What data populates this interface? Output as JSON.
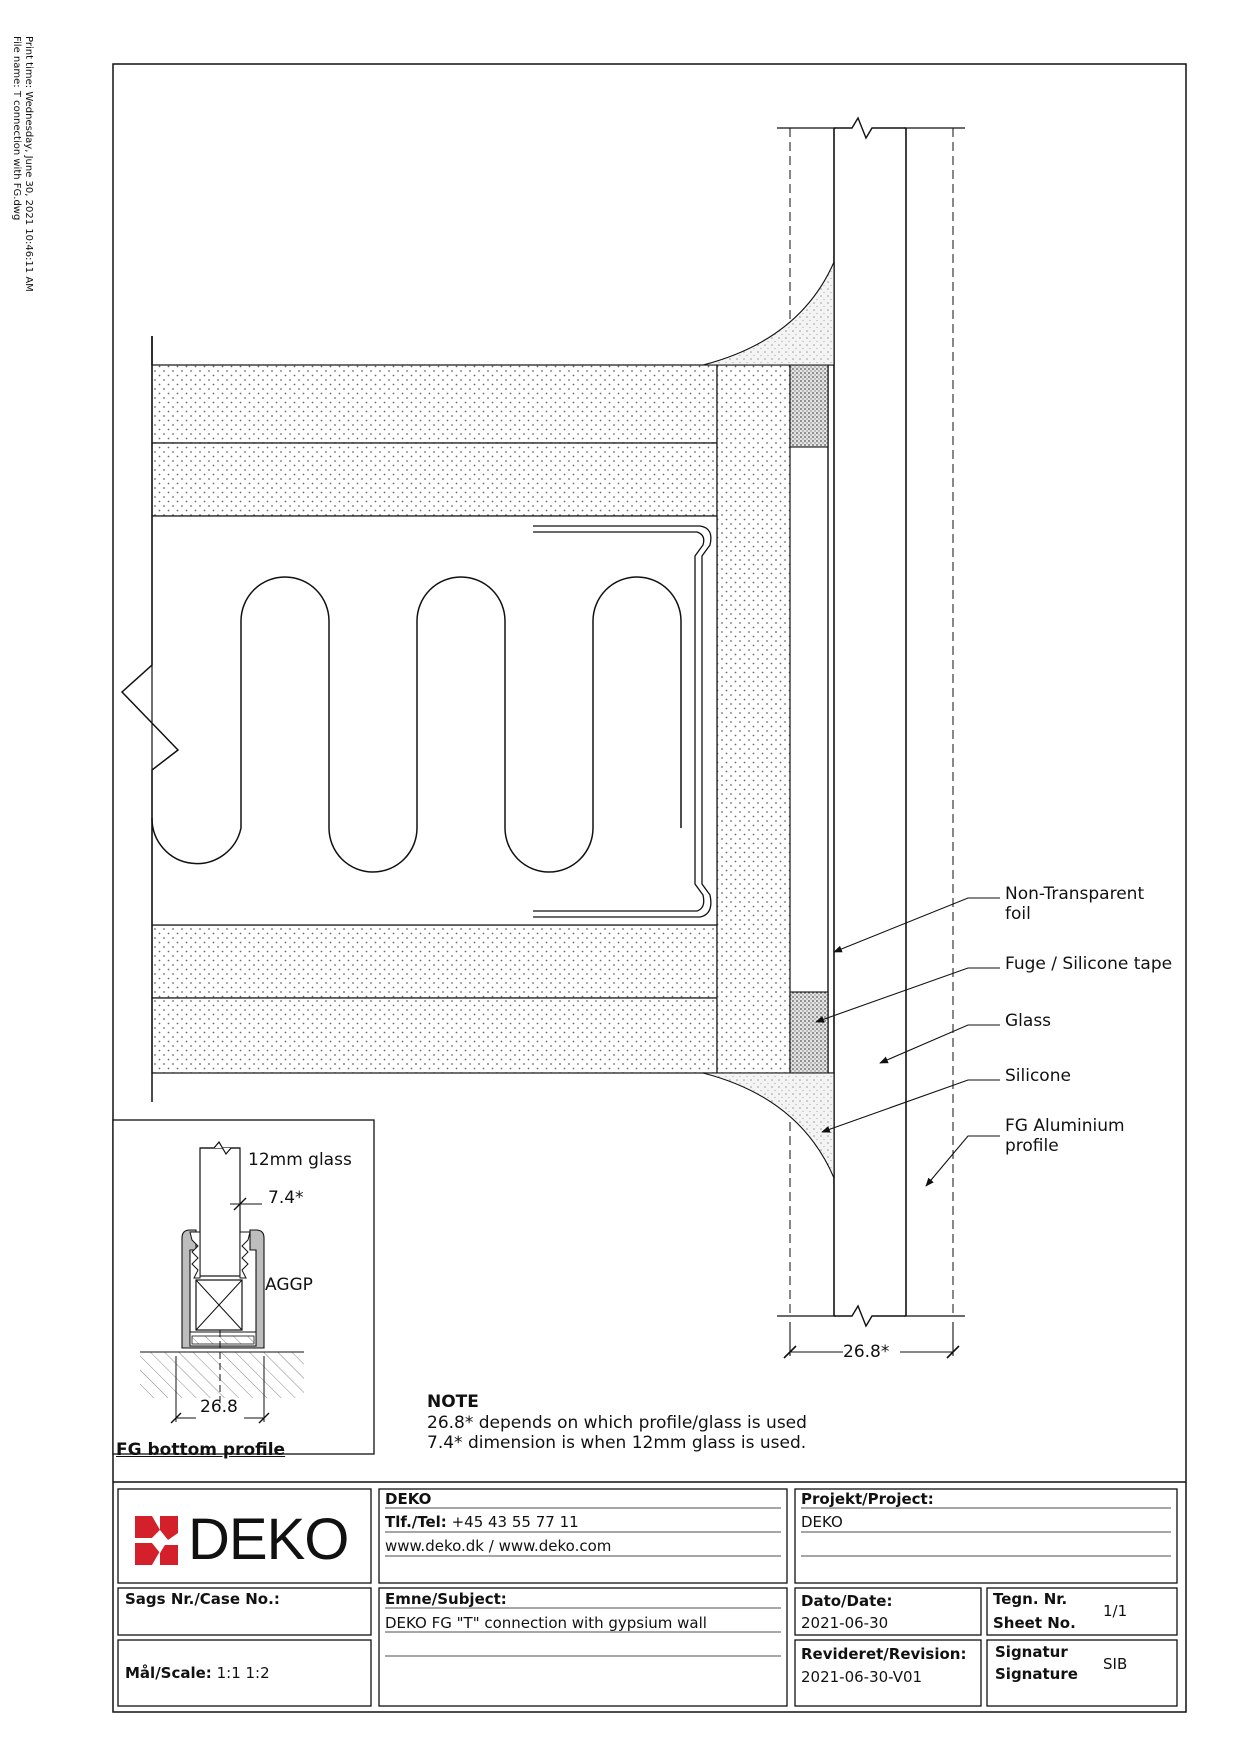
{
  "print_meta": {
    "print_time": "Print time: Wednesday, June 30, 2021 10:46:11 AM",
    "file_name": "File name: T connection with FG.dwg"
  },
  "callouts": {
    "non_transparent_foil": [
      "Non-Transparent",
      "foil"
    ],
    "fuge_silicone_tape": "Fuge / Silicone tape",
    "glass": "Glass",
    "silicone": "Silicone",
    "fg_aluminium_profile": [
      "FG Aluminium",
      "profile"
    ]
  },
  "dimensions": {
    "main_width": "26.8*"
  },
  "inset": {
    "glass_label": "12mm glass",
    "offset_dim": "7.4*",
    "aggp_label": "AGGP",
    "width_dim": "26.8",
    "caption": "FG bottom profile"
  },
  "note": {
    "heading": "NOTE",
    "line1": "26.8* depends on which profile/glass is used",
    "line2": "7.4* dimension is when 12mm glass is used."
  },
  "title_block": {
    "logo": "DEKO",
    "company": "DEKO",
    "tel_label": "Tlf./Tel:",
    "tel_value": "+45 43 55 77 11",
    "web": "www.deko.dk / www.deko.com",
    "project_label": "Projekt/Project:",
    "project_value": "DEKO",
    "case_label": "Sags Nr./Case No.:",
    "subject_label": "Emne/Subject:",
    "subject_value": "DEKO FG \"T\" connection with gypsium wall",
    "date_label": "Dato/Date:",
    "date_value": "2021-06-30",
    "sheet_label_1": "Tegn. Nr.",
    "sheet_label_2": "Sheet No.",
    "sheet_value": "1/1",
    "scale_label": "Mål/Scale:",
    "scale_value": "1:1 1:2",
    "revision_label": "Revideret/Revision:",
    "revision_value": "2021-06-30-V01",
    "signature_label_1": "Signatur",
    "signature_label_2": "Signature",
    "signature_value": "SIB"
  },
  "colors": {
    "line": "#111111",
    "dots": "#6d6d6d",
    "logo_red": "#d4202a"
  }
}
